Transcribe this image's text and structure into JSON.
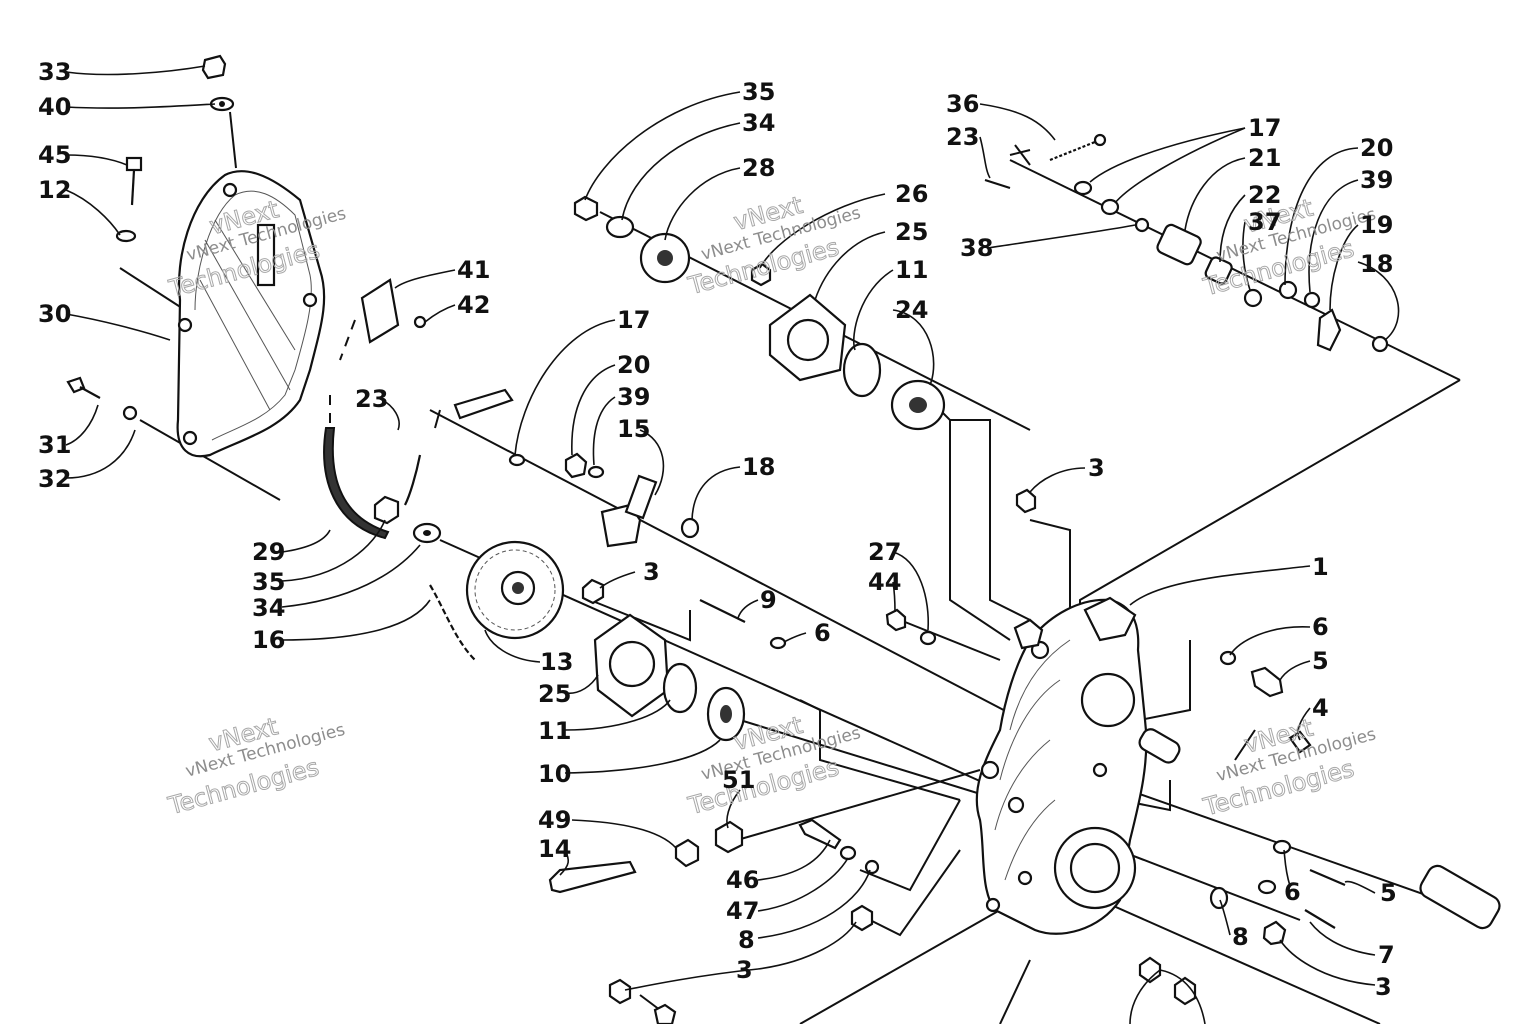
{
  "watermark": {
    "line1": "vNext",
    "line2": "Technologies",
    "line3": "vNext Technologies"
  },
  "callouts": [
    "33",
    "40",
    "45",
    "12",
    "30",
    "31",
    "32",
    "41",
    "42",
    "23",
    "29",
    "35",
    "34",
    "16",
    "13",
    "25",
    "11",
    "10",
    "17",
    "20",
    "39",
    "15",
    "18",
    "3",
    "9",
    "6",
    "35",
    "34",
    "28",
    "26",
    "25",
    "11",
    "24",
    "36",
    "23",
    "17",
    "21",
    "38",
    "22",
    "37",
    "20",
    "39",
    "19",
    "18",
    "3",
    "27",
    "44",
    "1",
    "6",
    "5",
    "4",
    "49",
    "14",
    "51",
    "46",
    "47",
    "8",
    "3",
    "6",
    "5",
    "8",
    "7",
    "3"
  ]
}
